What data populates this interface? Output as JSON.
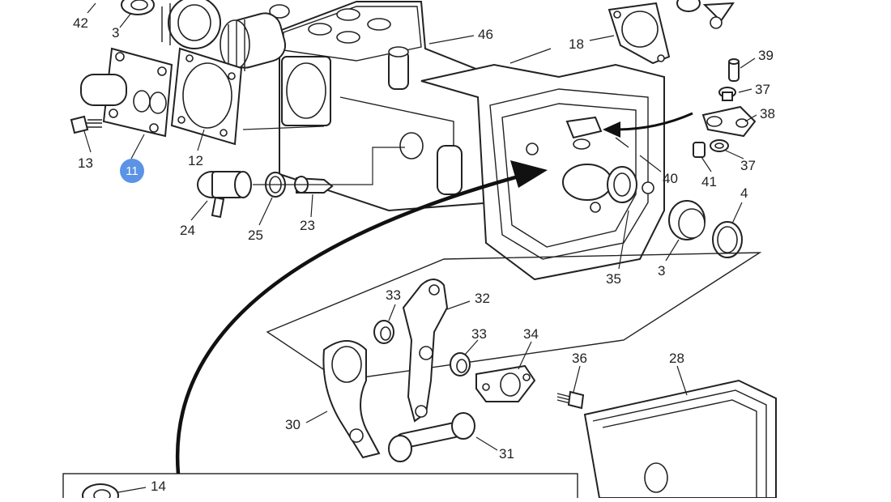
{
  "diagram": {
    "highlight_color": "#5b93e6",
    "highlighted_part": "11",
    "labels": {
      "p42": "42",
      "p3a": "3",
      "p46": "46",
      "p18": "18",
      "p39": "39",
      "p37a": "37",
      "p38": "38",
      "p13": "13",
      "p11": "11",
      "p12": "12",
      "p40": "40",
      "p41": "41",
      "p37b": "37",
      "p4": "4",
      "p24": "24",
      "p25": "25",
      "p23": "23",
      "p3b": "3",
      "p35": "35",
      "p33a": "33",
      "p32": "32",
      "p33b": "33",
      "p34": "34",
      "p36": "36",
      "p28": "28",
      "p30": "30",
      "p31": "31",
      "p14": "14"
    }
  }
}
